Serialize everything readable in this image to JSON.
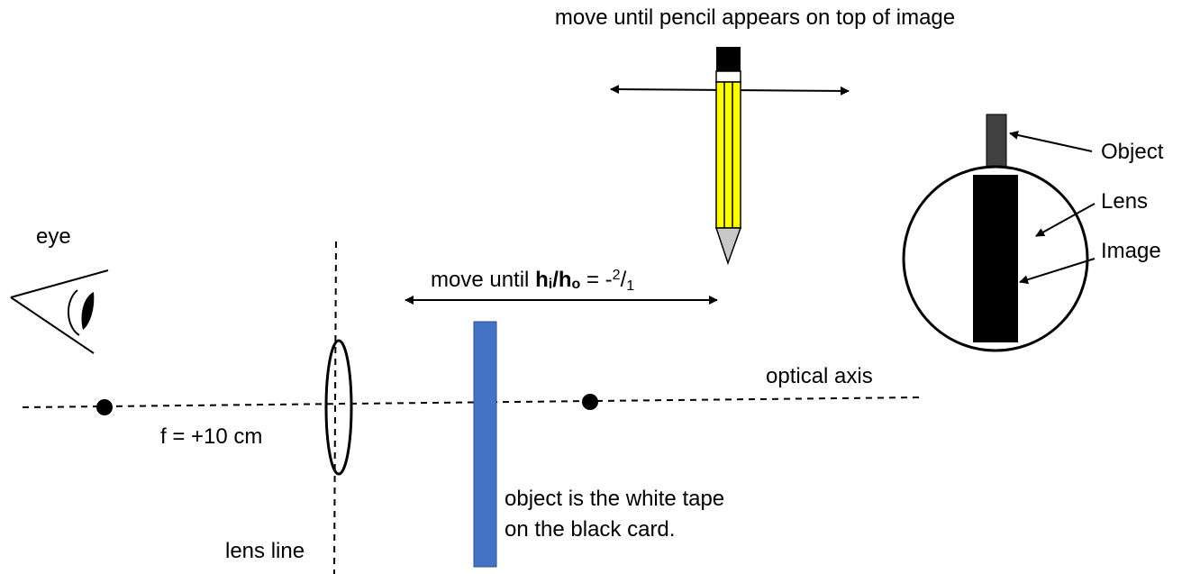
{
  "labels": {
    "pencil_instruction": "move until pencil appears on top of image",
    "eye": "eye",
    "focal_length": "f = +10 cm",
    "lens_line": "lens line",
    "optical_axis": "optical axis",
    "object_note_line1": "object is the white tape",
    "object_note_line2": "on the black card.",
    "ratio_prefix": "move until ",
    "ratio_hi_h": "h",
    "ratio_hi_sub": "i",
    "ratio_slash": "/",
    "ratio_ho_h": "h",
    "ratio_ho_sub": "o",
    "ratio_equals": " = -",
    "ratio_num": "2",
    "ratio_frac_slash": "/",
    "ratio_den": "1"
  },
  "view_legend": {
    "object": "Object",
    "lens": "Lens",
    "image": "Image"
  },
  "colors": {
    "object_card": "#4472C4",
    "pencil_body": "#FFFF00",
    "pencil_tip": "#C8C8C8",
    "view_object": "#404040",
    "view_image": "#000000"
  }
}
